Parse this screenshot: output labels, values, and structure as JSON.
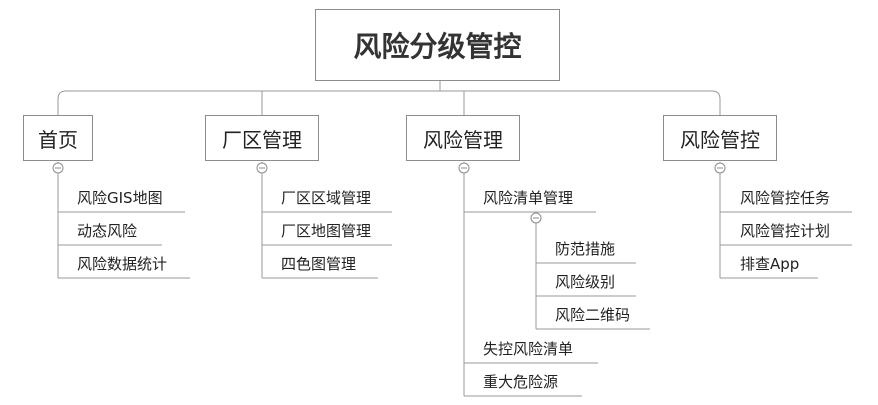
{
  "colors": {
    "border": "#8c8c8c",
    "line": "#9a9a9a",
    "text": "#222222",
    "collapse_toggle": "#8c8c8c"
  },
  "icons": {
    "collapse_toggle": "minus-circle-icon"
  },
  "root": {
    "label": "风险分级管控"
  },
  "branches": [
    {
      "label": "首页",
      "items": [
        {
          "label": "风险GIS地图"
        },
        {
          "label": "动态风险"
        },
        {
          "label": "风险数据统计"
        }
      ]
    },
    {
      "label": "厂区管理",
      "items": [
        {
          "label": "厂区区域管理"
        },
        {
          "label": "厂区地图管理"
        },
        {
          "label": "四色图管理"
        }
      ]
    },
    {
      "label": "风险管理",
      "items": [
        {
          "label": "风险清单管理",
          "children": [
            {
              "label": "防范措施"
            },
            {
              "label": "风险级别"
            },
            {
              "label": "风险二维码"
            }
          ]
        },
        {
          "label": "失控风险清单"
        },
        {
          "label": "重大危险源"
        }
      ]
    },
    {
      "label": "风险管控",
      "items": [
        {
          "label": "风险管控任务"
        },
        {
          "label": "风险管控计划"
        },
        {
          "label": "排查App"
        }
      ]
    }
  ]
}
